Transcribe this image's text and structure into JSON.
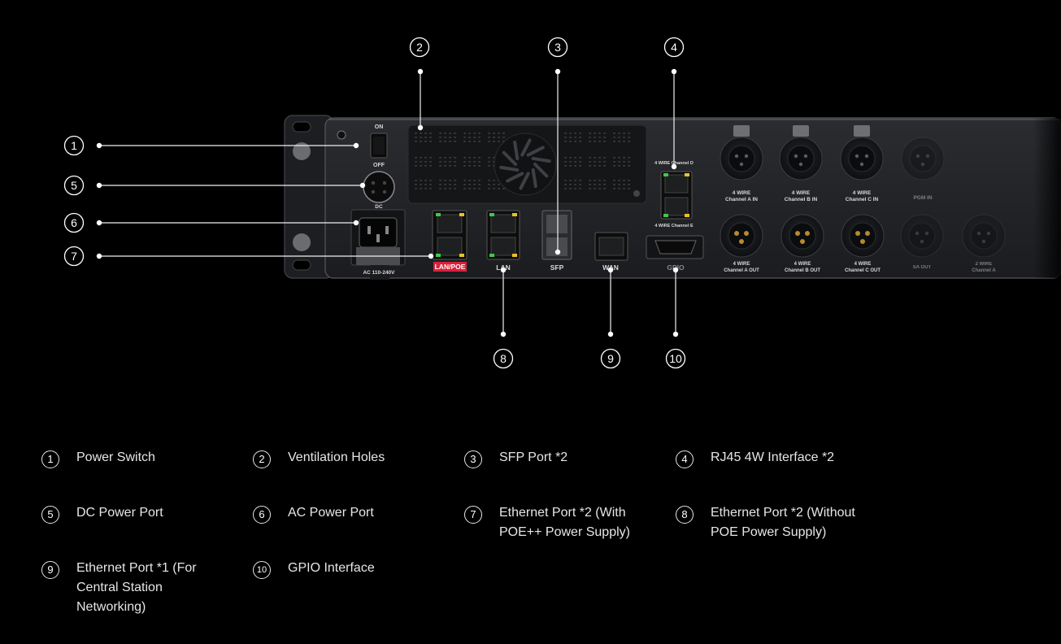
{
  "callouts": [
    "1",
    "2",
    "3",
    "4",
    "5",
    "6",
    "7",
    "8",
    "9",
    "10"
  ],
  "panel": {
    "switch_on": "ON",
    "switch_off": "OFF",
    "dc": "DC",
    "ac": "AC 110-240V",
    "lan_poe": "LAN/POE",
    "lan": "LAN",
    "sfp": "SFP",
    "wan": "WAN",
    "gpio": "GPIO",
    "rj45_top": "4 WIRE Channel D",
    "rj45_bottom": "4 WIRE Channel E",
    "xlr_in_labels": [
      "4 WIRE Channel A IN",
      "4 WIRE Channel B IN",
      "4 WIRE Channel C IN",
      "PGM IN"
    ],
    "xlr_out_labels": [
      "4 WIRE Channel A OUT",
      "4 WIRE Channel B OUT",
      "4 WIRE Channel C OUT",
      "SA OUT",
      "2 WIRE Channel A"
    ]
  },
  "legend": [
    {
      "num": "1",
      "text": "Power Switch"
    },
    {
      "num": "2",
      "text": "Ventilation Holes"
    },
    {
      "num": "3",
      "text": "SFP Port *2"
    },
    {
      "num": "4",
      "text": "RJ45 4W Interface *2"
    },
    {
      "num": "5",
      "text": "DC Power Port"
    },
    {
      "num": "6",
      "text": "AC Power Port"
    },
    {
      "num": "7",
      "text": "Ethernet Port *2 (With POE++ Power Supply)"
    },
    {
      "num": "8",
      "text": "Ethernet Port *2 (Without POE Power Supply)"
    },
    {
      "num": "9",
      "text": "Ethernet Port *1 (For Central Station Networking)"
    },
    {
      "num": "10",
      "text": "GPIO Interface"
    }
  ],
  "colors": {
    "background": "#000000",
    "accent_red": "#d9213b",
    "port_green": "#3ec94a",
    "port_yellow": "#e8c12b"
  }
}
